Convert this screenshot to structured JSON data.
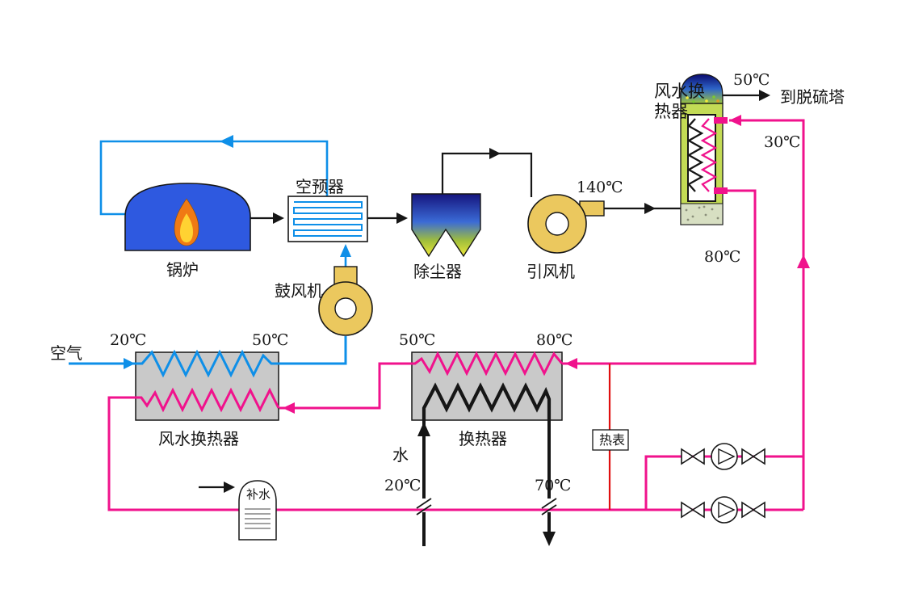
{
  "labels": {
    "boiler": "锅炉",
    "air_preheater": "空预器",
    "blower": "鼓风机",
    "dust_collector": "除尘器",
    "induced_fan": "引风机",
    "flue_water_hx": "风水换热器",
    "to_desulfurizer": "到脱硫塔",
    "air_water_hx": "风水换热器",
    "water_hx": "换热器",
    "heat_meter": "热表",
    "makeup_water": "补水",
    "air": "空气",
    "water": "水"
  },
  "temps": {
    "stack_out": "50℃",
    "unit_in": "30℃",
    "flue_in": "140℃",
    "unit_out": "80℃",
    "hx_hot_in": "80℃",
    "hx_hot_out": "50℃",
    "air_in": "20℃",
    "air_out": "50℃",
    "water_in": "20℃",
    "water_out": "70℃"
  },
  "colors": {
    "air_line": "#0E8FE8",
    "hot_water_line": "#F0128C",
    "meter_line": "#E01010",
    "flue_line": "#161616",
    "fan_fill": "#EBC85E",
    "boiler_fill": "#2E59E0",
    "hx_box_fill": "#C9C9C9",
    "unit_fill": "#C3DB55"
  }
}
